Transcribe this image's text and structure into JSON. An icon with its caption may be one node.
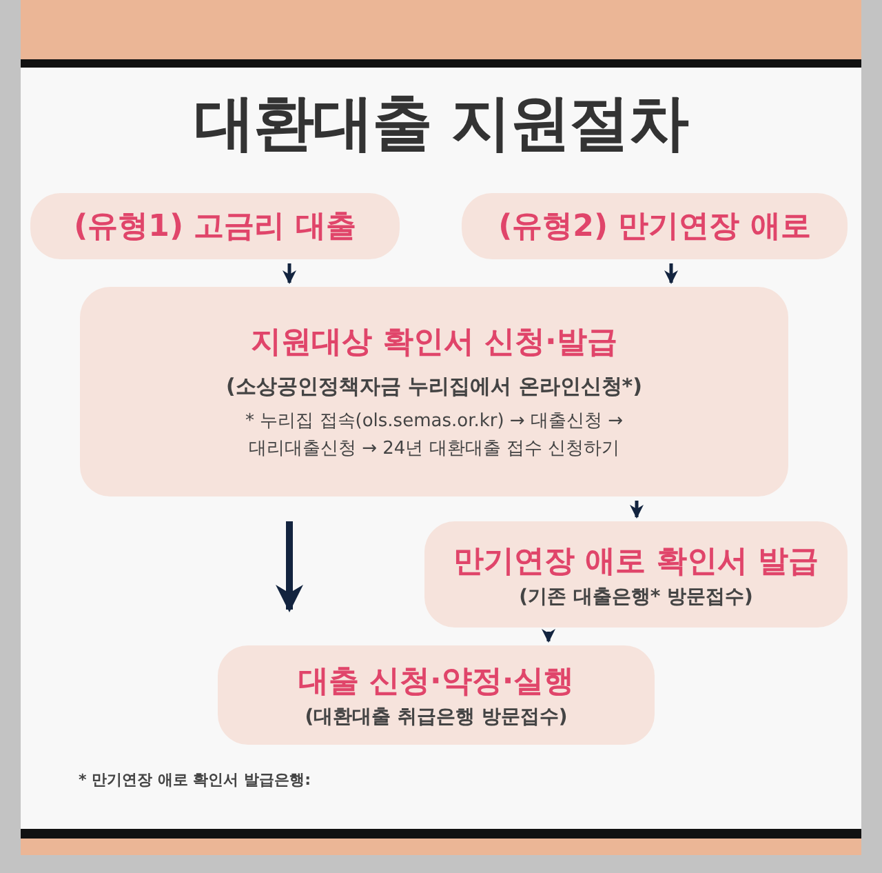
{
  "diagram": {
    "title": "대환대출 지원절차",
    "nodes": [
      {
        "text": [
          "(유형1) 고금리 대출"
        ]
      },
      {
        "text": [
          "(유형2) 만기연장 애로"
        ]
      },
      {
        "text": [
          "지원대상 확인서 신청·발급",
          "(소상공인정책자금 누리집에서 온라인신청*)",
          "* 누리집 접속(ols.semas.or.kr) → 대출신청 → 대리대출신청 → 24년 대환대출 접수 신청하기"
        ]
      },
      {
        "text": [
          "만기연장 애로 확인서 발급",
          "(기존 대출은행* 방문접수)"
        ]
      },
      {
        "text": [
          "대출 신청·약정·실행",
          "(대환대출 취급은행 방문접수)"
        ]
      }
    ],
    "edges": [
      {
        "from": 0,
        "to": 2,
        "arrow": "to"
      },
      {
        "from": 1,
        "to": 2,
        "arrow": "to"
      },
      {
        "from": 2,
        "to": 3,
        "arrow": "to"
      },
      {
        "from": 2,
        "to": 4,
        "arrow": "to",
        "style": "thick"
      },
      {
        "from": 3,
        "to": 4,
        "arrow": "to"
      }
    ],
    "labels": [
      "* 만기연장 애로 확인서 발급은행:"
    ]
  }
}
